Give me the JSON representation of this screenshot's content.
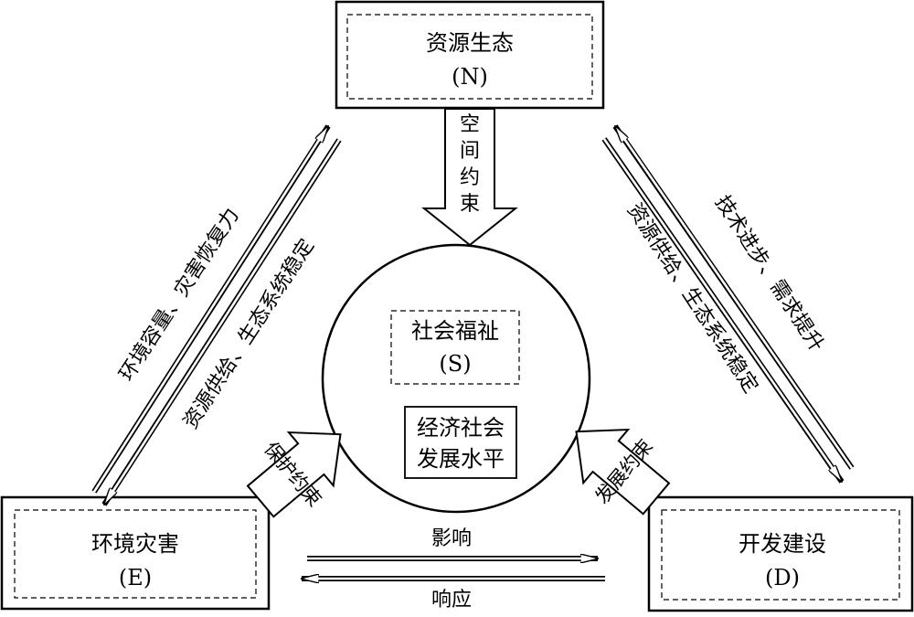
{
  "nodes": {
    "n": {
      "title": "资源生态",
      "code": "(N)"
    },
    "e": {
      "title": "环境灾害",
      "code": "(E)"
    },
    "d": {
      "title": "开发建设",
      "code": "(D)"
    },
    "s": {
      "title": "社会福祉",
      "code": "(S)",
      "box_line1": "经济社会",
      "box_line2": "发展水平"
    }
  },
  "constraints": {
    "spatial": "空间约束",
    "protection": "保护约束",
    "development": "发展约束"
  },
  "edges": {
    "left_outer": "环境容量、灾害恢复力",
    "left_inner": "资源供给、生态系统稳定",
    "right_outer": "技术进步、需求提升",
    "right_inner": "资源供给、生态系统稳定",
    "bottom_top": "影响",
    "bottom_bottom": "响应"
  }
}
